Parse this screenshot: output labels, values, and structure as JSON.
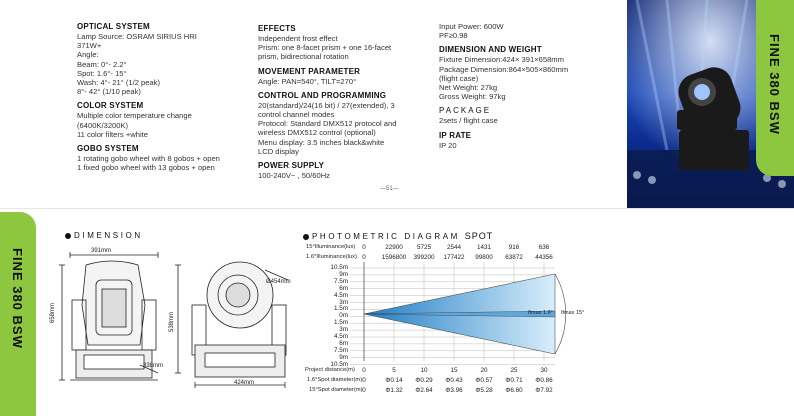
{
  "specs": {
    "col1": [
      {
        "heading": "OPTICAL SYSTEM",
        "lines": [
          "Lamp Source: OSRAM SIRIUS HRI",
          "371W+",
          "Angle:",
          "Beam: 0°- 2.2°",
          "Spot: 1.6°- 15°",
          "Wash: 4°- 21° (1/2 peak)",
          "      8°- 42° (1/10 peak)"
        ]
      },
      {
        "heading": "COLOR SYSTEM",
        "lines": [
          "Multiple color temperature change",
          "(6400K/3200K)",
          "11 color filters +white"
        ]
      },
      {
        "heading": "GOBO SYSTEM",
        "lines": [
          "1 rotating gobo wheel with 8 gobos + open",
          "1 fixed gobo wheel with 13 gobos + open"
        ]
      }
    ],
    "col2": [
      {
        "heading": "EFFECTS",
        "lines": [
          "Independent frost effect",
          "Prism: one 8-facet prism + one 16-facet",
          "prism, bidirectional rotation"
        ]
      },
      {
        "heading": "MOVEMENT PARAMETER",
        "lines": [
          "Angle: PAN=540°, TILT=270°"
        ]
      },
      {
        "heading": "CONTROL AND PROGRAMMING",
        "lines": [
          "20(standard)/24(16 bit) / 27(extended), 3",
          "control channel modes",
          "Protocol: Standard DMX512 protocol and",
          "wireless DMX512 control (optional)",
          "Menu display: 3.5 inches black&white",
          "LCD display"
        ]
      },
      {
        "heading": "POWER SUPPLY",
        "lines": [
          "100-240V~ , 50/60Hz"
        ]
      }
    ],
    "col3_intro": [
      "Input Power: 600W",
      "PF≥0.98"
    ],
    "col3": [
      {
        "heading": "DIMENSION AND WEIGHT",
        "lines": [
          "Fixture Dimension:424× 391×658mm",
          "Package Dimension:864×505×860mm",
          "(flight case)",
          "Net Weight: 27kg",
          "Gross Weight: 97kg"
        ]
      },
      {
        "heading": "PACKAGE",
        "lines": [
          "2sets / flight case"
        ]
      },
      {
        "heading": "IP RATE",
        "lines": [
          "IP 20"
        ]
      }
    ]
  },
  "page_number": "—51—",
  "product_tab": "FINE 380 BSW",
  "dimension": {
    "title": "DIMENSION",
    "width_front": "391mm",
    "height_front": "658mm",
    "depth_base": "338mm",
    "height_side": "538mm",
    "head_diameter": "Ø454mm",
    "width_side": "424mm"
  },
  "photometric": {
    "title": "PHOTOMETRIC DIAGRAM",
    "mode": "SPOT",
    "row_labels": {
      "lux15": "15°Illuminance(lux)",
      "lux16": "1.6°Illuminance(lux)",
      "distance": "Project distance(m)",
      "dia16": "1.6°Spot diameter(m)",
      "dia15": "15°Spot diameter(m)"
    },
    "zero": "0",
    "distances": [
      "5",
      "10",
      "15",
      "20",
      "25",
      "30"
    ],
    "lux15": [
      "22900",
      "5725",
      "2544",
      "1431",
      "916",
      "636"
    ],
    "lux16": [
      "1596800",
      "399200",
      "177422",
      "99800",
      "63872",
      "44356"
    ],
    "dia16": [
      "Φ0.14",
      "Φ0.29",
      "Φ0.43",
      "Φ0.57",
      "Φ0.71",
      "Φ0.86"
    ],
    "dia15": [
      "Φ1.32",
      "Φ2.64",
      "Φ3.96",
      "Φ5.28",
      "Φ6.60",
      "Φ7.92"
    ],
    "y_axis": [
      "10.5m",
      "9m",
      "7.5m",
      "6m",
      "4.5m",
      "3m",
      "1.5m",
      "0m",
      "1.5m",
      "3m",
      "4.5m",
      "6m",
      "7.5m",
      "9m",
      "10.5m"
    ],
    "θmax_inner": "θmax 1.6°",
    "θmax_outer": "θmax 15°"
  },
  "colors": {
    "accent_green": "#8dc63f",
    "beam_blue": "#2b8fd0"
  }
}
